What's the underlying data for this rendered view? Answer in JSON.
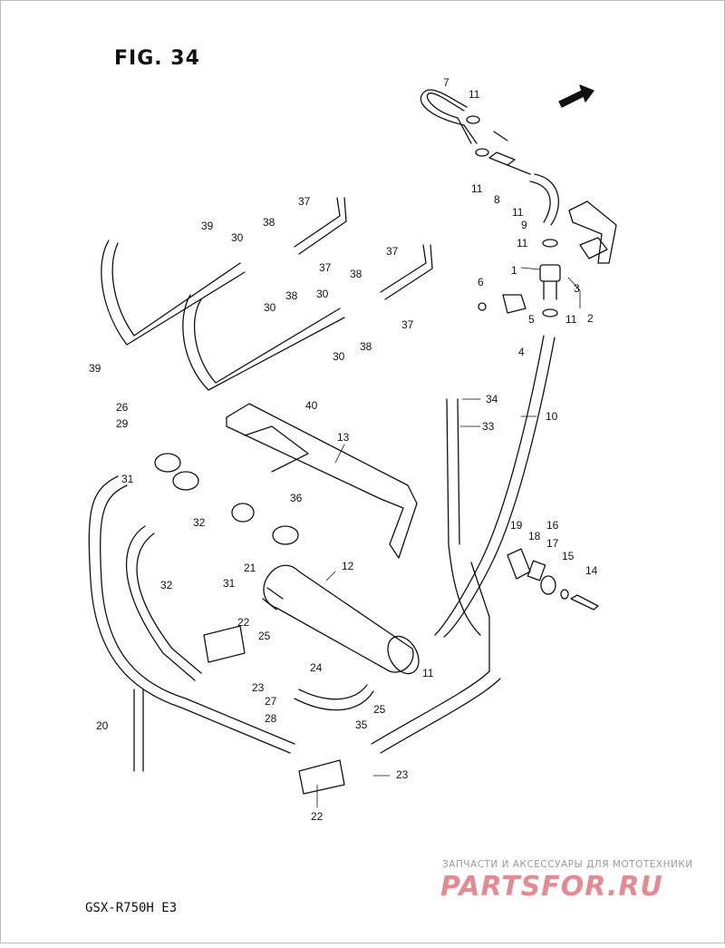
{
  "figure": {
    "title": "FIG. 34",
    "model": "GSX-R750H  E3",
    "fwd_label": "FWD"
  },
  "watermark": {
    "caption": "ЗАПЧАСТИ И АКСЕССУАРЫ ДЛЯ МОТОТЕХНИКИ",
    "logo": "PARTSFOR.RU"
  },
  "callouts": [
    {
      "id": "c7",
      "text": "7"
    },
    {
      "id": "c11a",
      "text": "11"
    },
    {
      "id": "c11b",
      "text": "11"
    },
    {
      "id": "c8",
      "text": "8"
    },
    {
      "id": "c11c",
      "text": "11"
    },
    {
      "id": "c9",
      "text": "9"
    },
    {
      "id": "c11d",
      "text": "11"
    },
    {
      "id": "c1",
      "text": "1"
    },
    {
      "id": "c3",
      "text": "3"
    },
    {
      "id": "c2",
      "text": "2"
    },
    {
      "id": "c6",
      "text": "6"
    },
    {
      "id": "c5",
      "text": "5"
    },
    {
      "id": "c11e",
      "text": "11"
    },
    {
      "id": "c4",
      "text": "4"
    },
    {
      "id": "c39a",
      "text": "39"
    },
    {
      "id": "c30a",
      "text": "30"
    },
    {
      "id": "c38a",
      "text": "38"
    },
    {
      "id": "c37a",
      "text": "37"
    },
    {
      "id": "c37b",
      "text": "37"
    },
    {
      "id": "c38b",
      "text": "38"
    },
    {
      "id": "c30b",
      "text": "30"
    },
    {
      "id": "c37c",
      "text": "37"
    },
    {
      "id": "c38c",
      "text": "38"
    },
    {
      "id": "c30c",
      "text": "30"
    },
    {
      "id": "c37d",
      "text": "37"
    },
    {
      "id": "c38d",
      "text": "38"
    },
    {
      "id": "c30d",
      "text": "30"
    },
    {
      "id": "c39b",
      "text": "39"
    },
    {
      "id": "c40",
      "text": "40"
    },
    {
      "id": "c34",
      "text": "34"
    },
    {
      "id": "c33",
      "text": "33"
    },
    {
      "id": "c10",
      "text": "10"
    },
    {
      "id": "c26",
      "text": "26"
    },
    {
      "id": "c29",
      "text": "29"
    },
    {
      "id": "c13",
      "text": "13"
    },
    {
      "id": "c31a",
      "text": "31"
    },
    {
      "id": "c36",
      "text": "36"
    },
    {
      "id": "c32a",
      "text": "32"
    },
    {
      "id": "c19",
      "text": "19"
    },
    {
      "id": "c18",
      "text": "18"
    },
    {
      "id": "c16",
      "text": "16"
    },
    {
      "id": "c17",
      "text": "17"
    },
    {
      "id": "c15",
      "text": "15"
    },
    {
      "id": "c14",
      "text": "14"
    },
    {
      "id": "c12",
      "text": "12"
    },
    {
      "id": "c32b",
      "text": "32"
    },
    {
      "id": "c31b",
      "text": "31"
    },
    {
      "id": "c21",
      "text": "21"
    },
    {
      "id": "c22a",
      "text": "22"
    },
    {
      "id": "c25a",
      "text": "25"
    },
    {
      "id": "c11f",
      "text": "11"
    },
    {
      "id": "c23a",
      "text": "23"
    },
    {
      "id": "c24",
      "text": "24"
    },
    {
      "id": "c27",
      "text": "27"
    },
    {
      "id": "c28",
      "text": "28"
    },
    {
      "id": "c25b",
      "text": "25"
    },
    {
      "id": "c20",
      "text": "20"
    },
    {
      "id": "c35",
      "text": "35"
    },
    {
      "id": "c23b",
      "text": "23"
    },
    {
      "id": "c22b",
      "text": "22"
    }
  ]
}
